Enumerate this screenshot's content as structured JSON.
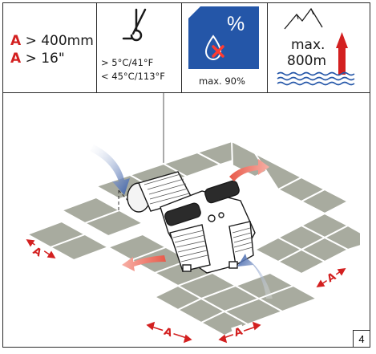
{
  "clearance": {
    "letter": "A",
    "metric": "> 400mm",
    "imperial": "> 16\""
  },
  "temperature": {
    "min": "> 5°C/41°F",
    "max": "< 45°C/113°F"
  },
  "humidity": {
    "symbol": "%",
    "label": "max. 90%"
  },
  "altitude": {
    "line1": "max.",
    "line2": "800m"
  },
  "diagram": {
    "clearance_marker": "A"
  },
  "page_number": "4",
  "colors": {
    "airflow_in": "#3a5ea8",
    "airflow_out": "#e85a4a",
    "clearance_arrow": "#d32020",
    "floor_tile": "#a8ab9f",
    "humidity_panel": "#2456a8",
    "altitude_arrow": "#d32020",
    "water_lines": "#2456a8"
  }
}
